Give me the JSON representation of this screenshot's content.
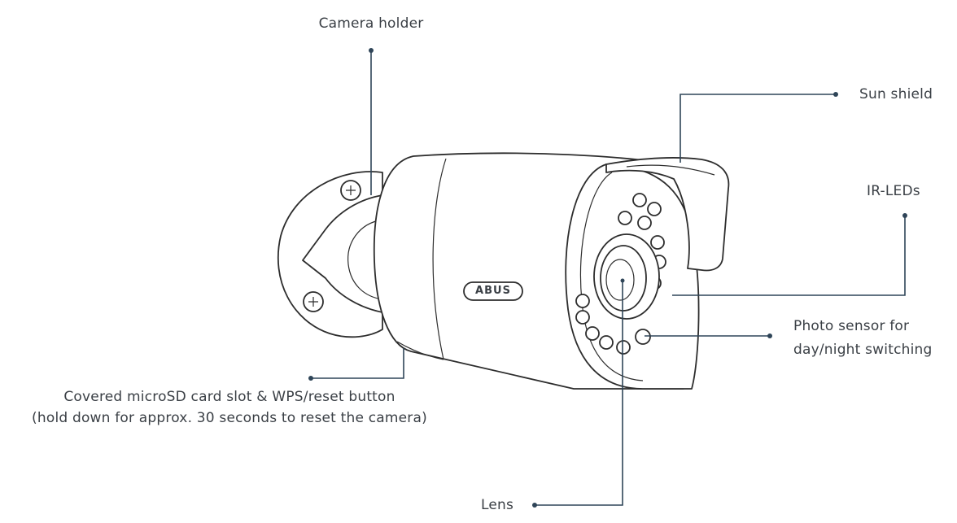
{
  "labels": {
    "camera_holder": "Camera holder",
    "sun_shield": "Sun shield",
    "ir_leds": "IR-LEDs",
    "photo_sensor_line1": "Photo sensor for",
    "photo_sensor_line2": "day/night switching",
    "microsd_line1": "Covered microSD card slot & WPS/reset button",
    "microsd_line2": "(hold down for approx. 30 seconds to reset the camera)",
    "lens": "Lens"
  },
  "brand_badge": "ABUS",
  "icons": [
    "mount-screw-icon",
    "camera-illustration"
  ],
  "colors": {
    "leader_line": "#2f4558",
    "outline": "#2d2d2d",
    "text": "#3a3f45"
  }
}
